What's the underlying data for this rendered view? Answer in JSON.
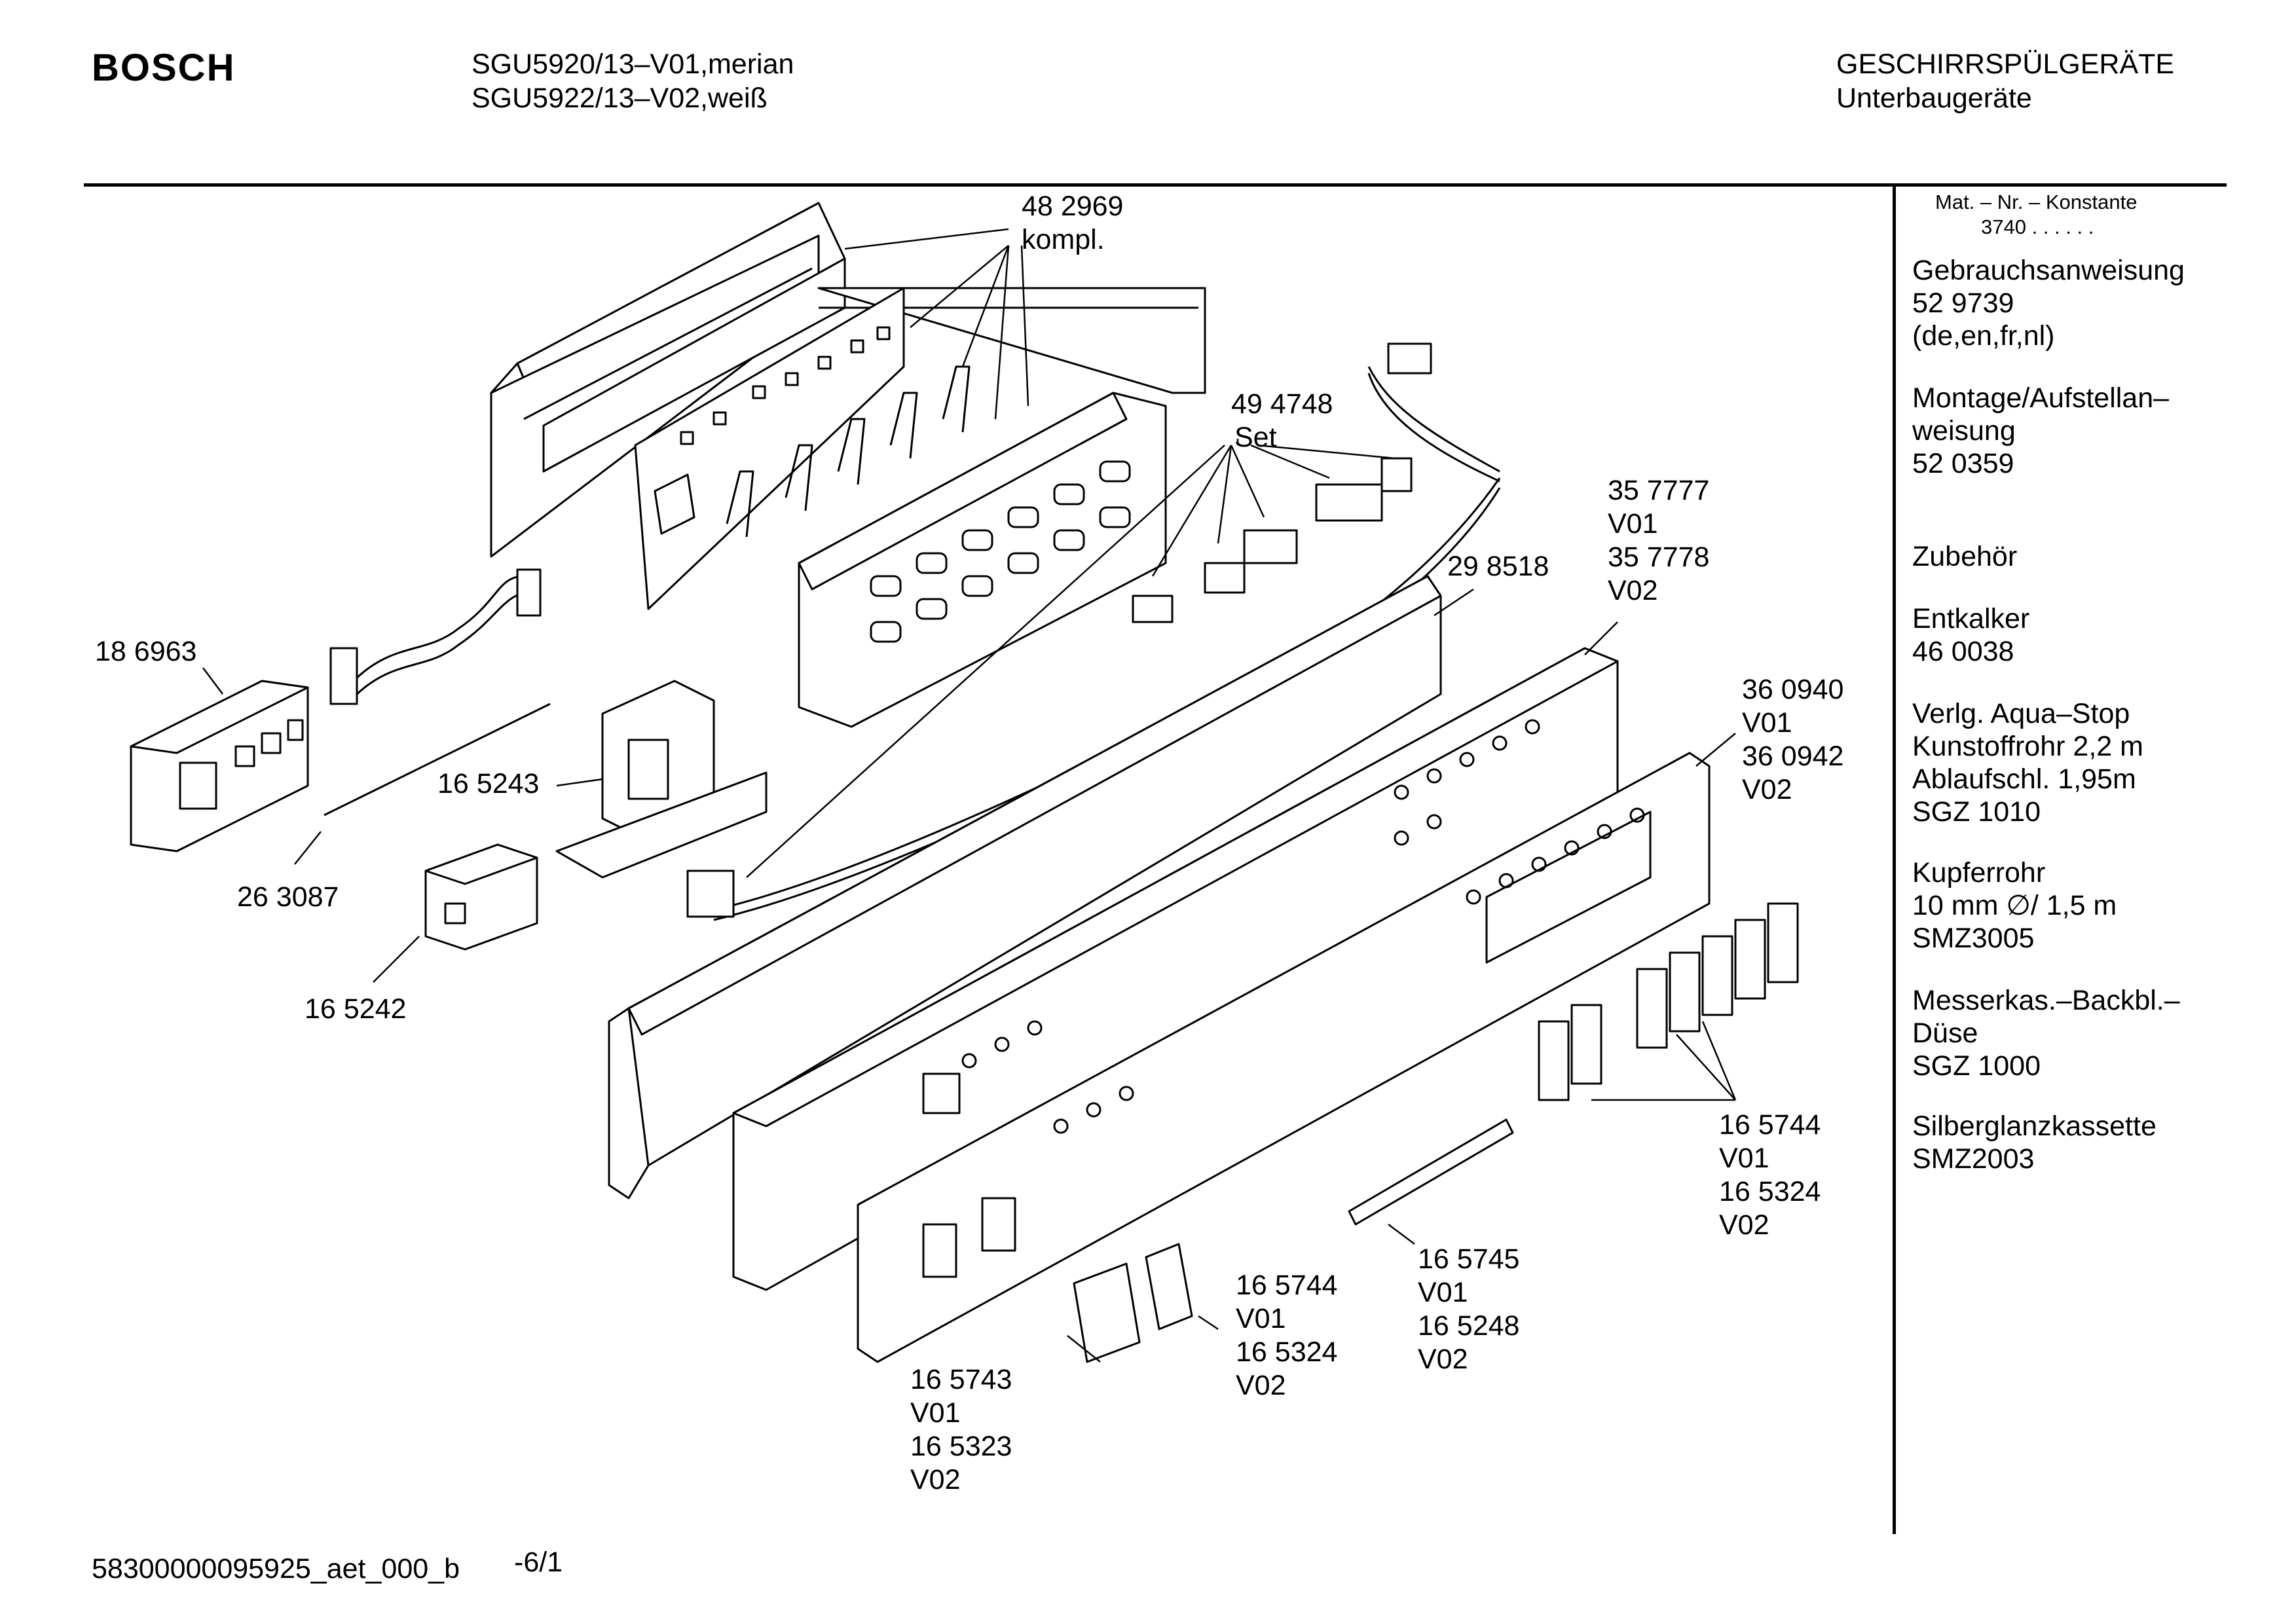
{
  "header": {
    "brand": "BOSCH",
    "models": [
      "SGU5920/13–V01,merian",
      "SGU5922/13–V02,weiß"
    ],
    "category": [
      "GESCHIRRSPÜLGERÄTE",
      "Unterbaugeräte"
    ]
  },
  "sidebar": {
    "mat_nr_label": "Mat. – Nr. – Konstante",
    "mat_nr_value": "3740 . . . . . .",
    "sections": [
      {
        "lines": [
          "Gebrauchsanweisung",
          "52 9739",
          "(de,en,fr,nl)"
        ]
      },
      {
        "lines": [
          "Montage/Aufstellan–",
          "weisung",
          "52 0359"
        ]
      },
      {
        "lines": [
          "Zubehör"
        ]
      },
      {
        "lines": [
          "Entkalker",
          "46 0038"
        ]
      },
      {
        "lines": [
          "Verlg. Aqua–Stop",
          "Kunstoffrohr 2,2 m",
          "Ablaufschl. 1,95m",
          "SGZ 1010"
        ]
      },
      {
        "lines": [
          "Kupferrohr",
          "10 mm ∅/ 1,5 m",
          "SMZ3005"
        ]
      },
      {
        "lines": [
          "Messerkas.–Backbl.–",
          "Düse",
          "SGZ 1000"
        ]
      },
      {
        "lines": [
          "Silberglanzkassette",
          "SMZ2003"
        ]
      }
    ]
  },
  "parts": [
    {
      "id": "part-482969",
      "lines": [
        "48 2969",
        "kompl."
      ]
    },
    {
      "id": "part-494748",
      "lines": [
        "49 4748",
        "Set"
      ]
    },
    {
      "id": "part-357777",
      "lines": [
        "35 7777",
        "V01",
        "35 7778",
        "V02"
      ]
    },
    {
      "id": "part-298518",
      "lines": [
        "29 8518"
      ]
    },
    {
      "id": "part-186963",
      "lines": [
        "18 6963"
      ]
    },
    {
      "id": "part-165243",
      "lines": [
        "16 5243"
      ]
    },
    {
      "id": "part-263087",
      "lines": [
        "26 3087"
      ]
    },
    {
      "id": "part-165242",
      "lines": [
        "16 5242"
      ]
    },
    {
      "id": "part-360940",
      "lines": [
        "36 0940",
        "V01",
        "36 0942",
        "V02"
      ]
    },
    {
      "id": "part-165744-right",
      "lines": [
        "16 5744",
        "V01",
        "16 5324",
        "V02"
      ]
    },
    {
      "id": "part-165745",
      "lines": [
        "16 5745",
        "V01",
        "16 5248",
        "V02"
      ]
    },
    {
      "id": "part-165744-bottom",
      "lines": [
        "16 5744",
        "V01",
        "16 5324",
        "V02"
      ]
    },
    {
      "id": "part-165743",
      "lines": [
        "16 5743",
        "V01",
        "16 5323",
        "V02"
      ]
    }
  ],
  "footer": {
    "doc_id": "58300000095925_aet_000_b",
    "page": "-6/1"
  }
}
